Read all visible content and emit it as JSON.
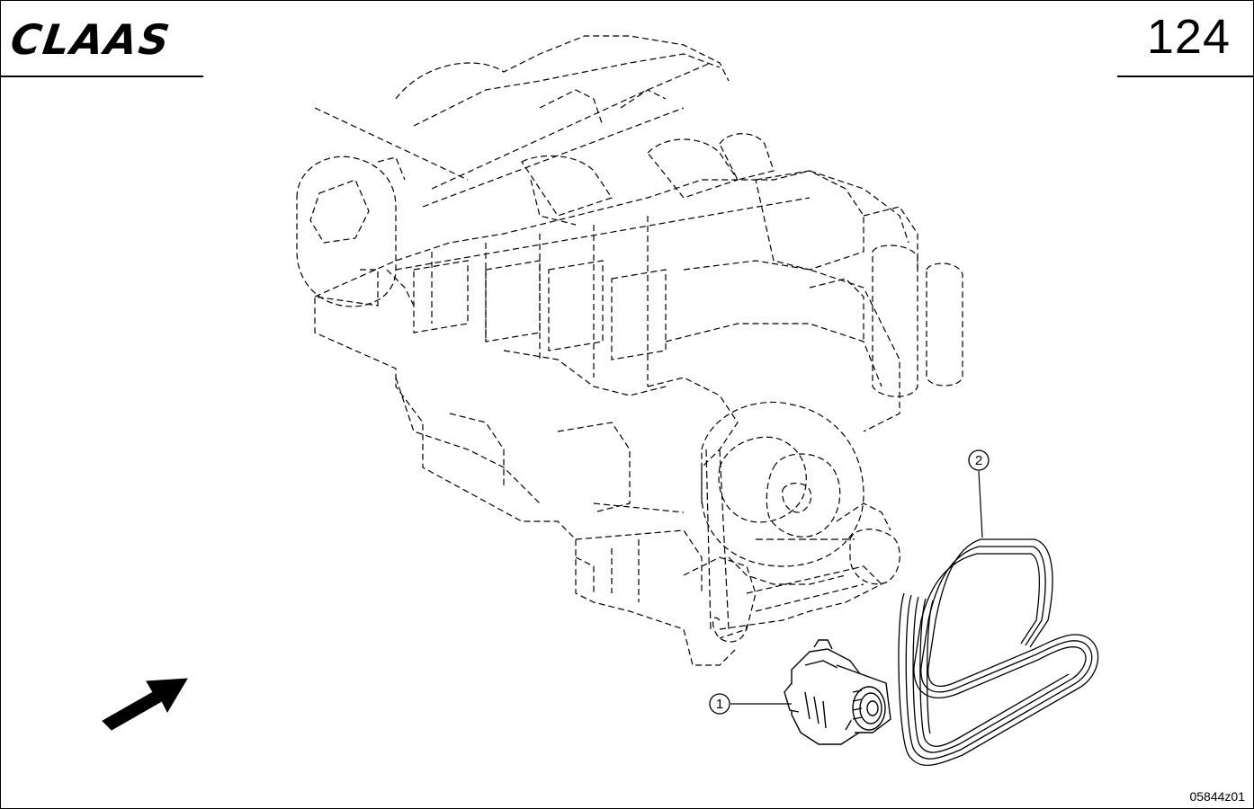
{
  "header": {
    "logo_text": "CLAAS",
    "page_number": "124"
  },
  "footer": {
    "drawing_code": "05844z01"
  },
  "callouts": [
    {
      "label": "1",
      "part": "alternator"
    },
    {
      "label": "2",
      "part": "drive-belt"
    }
  ],
  "icons": {
    "orientation": "arrow-up-right-icon"
  },
  "colors": {
    "ink": "#000000",
    "paper": "#ffffff"
  }
}
